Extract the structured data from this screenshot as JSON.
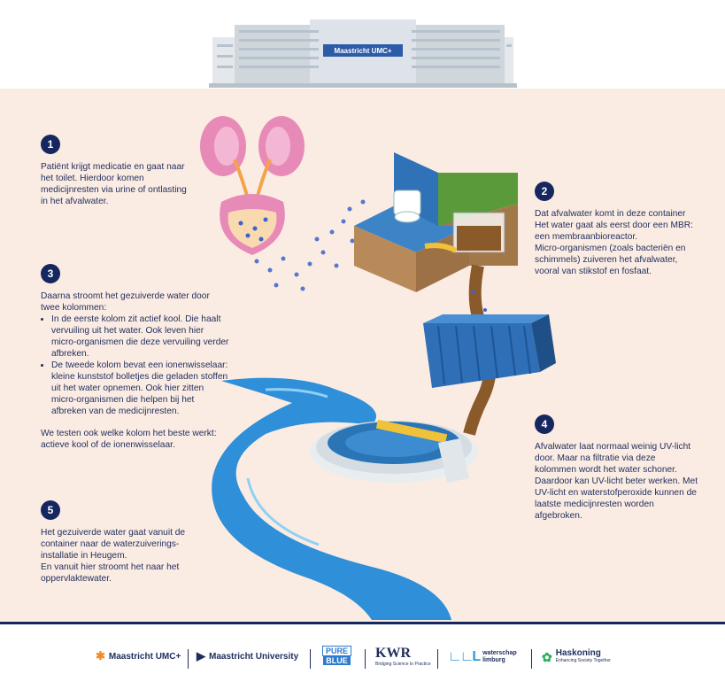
{
  "header": {
    "building_sign": "Maastricht UMC+"
  },
  "steps": [
    {
      "number": "1",
      "text": "Patiënt krijgt medicatie en gaat naar het toilet. Hierdoor komen medicijnresten via urine of ontlasting in het afvalwater."
    },
    {
      "number": "2",
      "line1": "Dat afvalwater komt in deze container",
      "line2": "Het water gaat als eerst door een MBR:",
      "line3": "een membraanbioreactor.",
      "line4": "Micro-organismen (zoals bacteriën en schimmels) zuiveren het afvalwater, vooral van stikstof en fosfaat."
    },
    {
      "number": "3",
      "intro": "Daarna stroomt het gezuiverde water door twee kolommen:",
      "bullets": [
        "In de eerste kolom zit actief kool. Die haalt vervuiling uit het water. Ook leven hier micro-organismen die deze vervuiling verder afbreken.",
        "De tweede kolom bevat een ionenwisselaar: kleine kunststof bolletjes die geladen stoffen uit het water opnemen. Ook hier zitten micro-organismen die helpen bij het afbreken van de medicijnresten."
      ],
      "outro": "We testen ook welke kolom het beste werkt: actieve kool of de ionenwisselaar."
    },
    {
      "number": "4",
      "text": "Afvalwater laat normaal weinig UV-licht door. Maar na filtratie via deze kolommen wordt het water schoner. Daardoor kan UV-licht beter werken. Met UV-licht en waterstofperoxide kunnen de laatste medicijnresten worden afgebroken."
    },
    {
      "number": "5",
      "line1": "Het gezuiverde water gaat vanuit de container naar de waterzuiverings-installatie in Heugem.",
      "line2": "En vanuit hier stroomt het naar het oppervlaktewater."
    }
  ],
  "logos": {
    "mumc": "Maastricht UMC+",
    "um": "Maastricht University",
    "pureblue_top": "PURE",
    "pureblue_bottom": "BLUE",
    "kwr": "KWR",
    "kwr_tag": "Bridging Science to Practice",
    "waterschap_top": "waterschap",
    "waterschap_bottom": "limburg",
    "haskoning": "Haskoning",
    "haskoning_tag": "Enhancing Society Together"
  },
  "colors": {
    "navy": "#16265f",
    "panel": "#fbece3",
    "water": "#2f8fd8",
    "container": "#2e6fb7",
    "pipe": "#8a5a2b",
    "kidney": "#e88ab8"
  }
}
